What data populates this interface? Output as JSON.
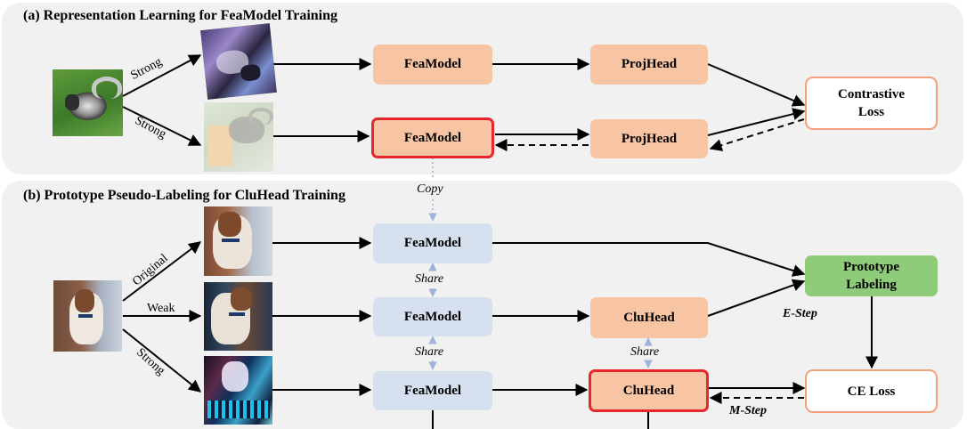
{
  "panel_a": {
    "title": "(a) Representation Learning for FeaModel Training",
    "aug_top": "Strong",
    "aug_bottom": "Strong",
    "feamodel_top": "FeaModel",
    "feamodel_bottom": "FeaModel",
    "projhead_top": "ProjHead",
    "projhead_bottom": "ProjHead",
    "loss_line1": "Contrastive",
    "loss_line2": "Loss"
  },
  "copy_label": "Copy",
  "panel_b": {
    "title": "(b) Prototype Pseudo-Labeling for CluHead Training",
    "aug_original": "Original",
    "aug_weak": "Weak",
    "aug_strong": "Strong",
    "feamodel_1": "FeaModel",
    "feamodel_2": "FeaModel",
    "feamodel_3": "FeaModel",
    "share_1": "Share",
    "share_2": "Share",
    "share_3": "Share",
    "cluhead_1": "CluHead",
    "cluhead_2": "CluHead",
    "proto_line1": "Prototype",
    "proto_line2": "Labeling",
    "e_step": "E-Step",
    "m_step": "M-Step",
    "ce_loss": "CE Loss"
  },
  "colors": {
    "panel_bg": "#f1f1f1",
    "peach": "#f7c4a4",
    "highlight_border": "#e8262d",
    "light_blue": "#d6e0ef",
    "green": "#8fcc7a",
    "loss_border": "#f2a27a",
    "dotted_arrow": "#9fb4d8"
  },
  "images": {
    "husky_original": "husky-photo",
    "husky_strong_1": "husky-strong-augmented-photo",
    "husky_strong_2": "husky-strong-augmented-photo",
    "beagle_original": "beagle-photo",
    "beagle_view_original": "beagle-original-view-photo",
    "beagle_view_weak": "beagle-weak-augmented-photo",
    "beagle_view_strong": "beagle-strong-augmented-photo"
  }
}
